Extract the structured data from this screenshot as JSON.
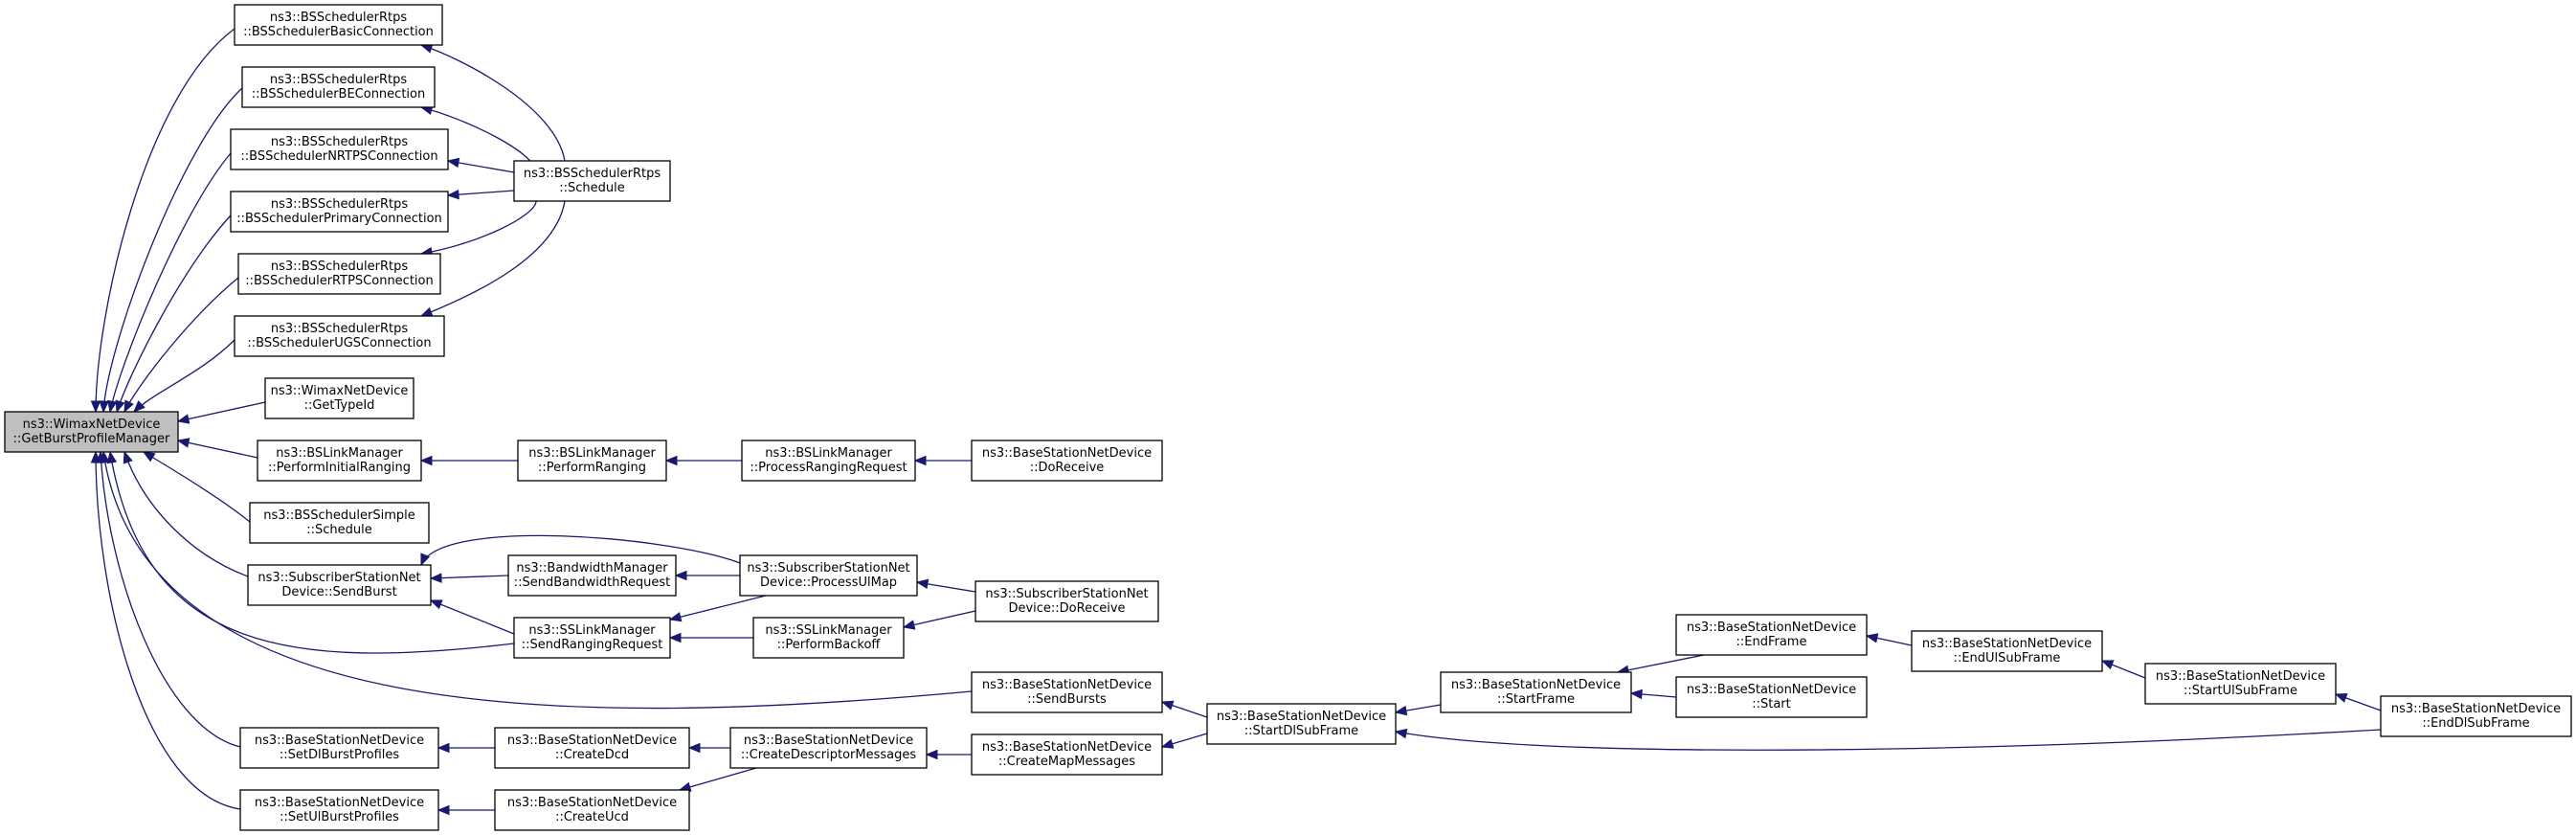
{
  "graph": {
    "title": "",
    "colors": {
      "edge": "#191970",
      "root_fill": "#bfbfbf",
      "node_fill": "#ffffff",
      "node_border": "#000000"
    },
    "nodes": [
      {
        "id": "root",
        "lines": [
          "ns3::WimaxNetDevice",
          "::GetBurstProfileManager"
        ],
        "root": true
      },
      {
        "id": "bsBasic",
        "lines": [
          "ns3::BSSchedulerRtps",
          "::BSSchedulerBasicConnection"
        ]
      },
      {
        "id": "bsBE",
        "lines": [
          "ns3::BSSchedulerRtps",
          "::BSSchedulerBEConnection"
        ]
      },
      {
        "id": "bsNRT",
        "lines": [
          "ns3::BSSchedulerRtps",
          "::BSSchedulerNRTPSConnection"
        ]
      },
      {
        "id": "bsPrim",
        "lines": [
          "ns3::BSSchedulerRtps",
          "::BSSchedulerPrimaryConnection"
        ]
      },
      {
        "id": "bsRT",
        "lines": [
          "ns3::BSSchedulerRtps",
          "::BSSchedulerRTPSConnection"
        ]
      },
      {
        "id": "bsUGS",
        "lines": [
          "ns3::BSSchedulerRtps",
          "::BSSchedulerUGSConnection"
        ]
      },
      {
        "id": "getType",
        "lines": [
          "ns3::WimaxNetDevice",
          "::GetTypeId"
        ]
      },
      {
        "id": "initRang",
        "lines": [
          "ns3::BSLinkManager",
          "::PerformInitialRanging"
        ]
      },
      {
        "id": "simple",
        "lines": [
          "ns3::BSSchedulerSimple",
          "::Schedule"
        ]
      },
      {
        "id": "ssSendBurst",
        "lines": [
          "ns3::SubscriberStationNet",
          "Device::SendBurst"
        ]
      },
      {
        "id": "setDl",
        "lines": [
          "ns3::BaseStationNetDevice",
          "::SetDlBurstProfiles"
        ]
      },
      {
        "id": "setUl",
        "lines": [
          "ns3::BaseStationNetDevice",
          "::SetUlBurstProfiles"
        ]
      },
      {
        "id": "rtpsSched",
        "lines": [
          "ns3::BSSchedulerRtps",
          "::Schedule"
        ]
      },
      {
        "id": "perfRang",
        "lines": [
          "ns3::BSLinkManager",
          "::PerformRanging"
        ]
      },
      {
        "id": "bwReq",
        "lines": [
          "ns3::BandwidthManager",
          "::SendBandwidthRequest"
        ]
      },
      {
        "id": "rangReq",
        "lines": [
          "ns3::SSLinkManager",
          "::SendRangingRequest"
        ]
      },
      {
        "id": "createDcd",
        "lines": [
          "ns3::BaseStationNetDevice",
          "::CreateDcd"
        ]
      },
      {
        "id": "createUcd",
        "lines": [
          "ns3::BaseStationNetDevice",
          "::CreateUcd"
        ]
      },
      {
        "id": "procRang",
        "lines": [
          "ns3::BSLinkManager",
          "::ProcessRangingRequest"
        ]
      },
      {
        "id": "procUl",
        "lines": [
          "ns3::SubscriberStationNet",
          "Device::ProcessUlMap"
        ]
      },
      {
        "id": "backoff",
        "lines": [
          "ns3::SSLinkManager",
          "::PerformBackoff"
        ]
      },
      {
        "id": "descMsg",
        "lines": [
          "ns3::BaseStationNetDevice",
          "::CreateDescriptorMessages"
        ]
      },
      {
        "id": "bsRecv",
        "lines": [
          "ns3::BaseStationNetDevice",
          "::DoReceive"
        ]
      },
      {
        "id": "ssRecv",
        "lines": [
          "ns3::SubscriberStationNet",
          "Device::DoReceive"
        ]
      },
      {
        "id": "sendBursts",
        "lines": [
          "ns3::BaseStationNetDevice",
          "::SendBursts"
        ]
      },
      {
        "id": "mapMsg",
        "lines": [
          "ns3::BaseStationNetDevice",
          "::CreateMapMessages"
        ]
      },
      {
        "id": "startDl",
        "lines": [
          "ns3::BaseStationNetDevice",
          "::StartDlSubFrame"
        ]
      },
      {
        "id": "startFrame",
        "lines": [
          "ns3::BaseStationNetDevice",
          "::StartFrame"
        ]
      },
      {
        "id": "endFrame",
        "lines": [
          "ns3::BaseStationNetDevice",
          "::EndFrame"
        ]
      },
      {
        "id": "start",
        "lines": [
          "ns3::BaseStationNetDevice",
          "::Start"
        ]
      },
      {
        "id": "endUl",
        "lines": [
          "ns3::BaseStationNetDevice",
          "::EndUlSubFrame"
        ]
      },
      {
        "id": "startUl",
        "lines": [
          "ns3::BaseStationNetDevice",
          "::StartUlSubFrame"
        ]
      },
      {
        "id": "endDl",
        "lines": [
          "ns3::BaseStationNetDevice",
          "::EndDlSubFrame"
        ]
      }
    ],
    "edges": [
      [
        "bsBasic",
        "root"
      ],
      [
        "bsBE",
        "root"
      ],
      [
        "bsNRT",
        "root"
      ],
      [
        "bsPrim",
        "root"
      ],
      [
        "bsRT",
        "root"
      ],
      [
        "bsUGS",
        "root"
      ],
      [
        "getType",
        "root"
      ],
      [
        "initRang",
        "root"
      ],
      [
        "simple",
        "root"
      ],
      [
        "ssSendBurst",
        "root"
      ],
      [
        "rangReq",
        "root"
      ],
      [
        "sendBursts",
        "root"
      ],
      [
        "setDl",
        "root"
      ],
      [
        "setUl",
        "root"
      ],
      [
        "rtpsSched",
        "bsBasic"
      ],
      [
        "rtpsSched",
        "bsBE"
      ],
      [
        "rtpsSched",
        "bsNRT"
      ],
      [
        "rtpsSched",
        "bsPrim"
      ],
      [
        "rtpsSched",
        "bsRT"
      ],
      [
        "rtpsSched",
        "bsUGS"
      ],
      [
        "perfRang",
        "initRang"
      ],
      [
        "procRang",
        "perfRang"
      ],
      [
        "bsRecv",
        "procRang"
      ],
      [
        "bwReq",
        "ssSendBurst"
      ],
      [
        "rangReq",
        "ssSendBurst"
      ],
      [
        "procUl",
        "ssSendBurst"
      ],
      [
        "procUl",
        "bwReq"
      ],
      [
        "procUl",
        "rangReq"
      ],
      [
        "backoff",
        "rangReq"
      ],
      [
        "ssRecv",
        "procUl"
      ],
      [
        "ssRecv",
        "backoff"
      ],
      [
        "createDcd",
        "setDl"
      ],
      [
        "createUcd",
        "setUl"
      ],
      [
        "descMsg",
        "createDcd"
      ],
      [
        "descMsg",
        "createUcd"
      ],
      [
        "mapMsg",
        "descMsg"
      ],
      [
        "startDl",
        "sendBursts"
      ],
      [
        "startDl",
        "mapMsg"
      ],
      [
        "startFrame",
        "startDl"
      ],
      [
        "endDl",
        "startDl"
      ],
      [
        "endFrame",
        "startFrame"
      ],
      [
        "start",
        "startFrame"
      ],
      [
        "endUl",
        "endFrame"
      ],
      [
        "startUl",
        "endUl"
      ],
      [
        "endDl",
        "startUl"
      ]
    ]
  }
}
